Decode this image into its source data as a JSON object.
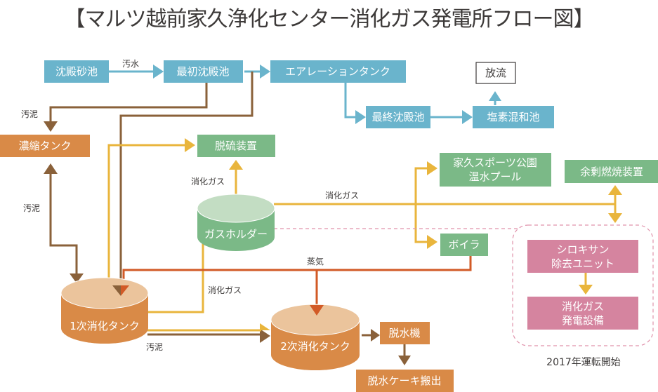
{
  "title": "【マルツ越前家久浄化センター消化ガス発電所フロー図】",
  "colors": {
    "water": "#6ab4cc",
    "sludge": "#8a613a",
    "gas": "#e9b53c",
    "steam": "#d25a26",
    "tank_orange": "#d98a47",
    "tank_orange_top": "#ebc49c",
    "facility_green": "#7bb987",
    "holder_top": "#c3ddc3",
    "power_pink": "#d5849f",
    "dashed_pink": "#e092ab"
  },
  "nodes": {
    "grit_chamber": "沈殿砂池",
    "primary_settling": "最初沈殿池",
    "aeration_tank": "エアレーションタンク",
    "final_settling": "最終沈殿池",
    "chlorine_mixing": "塩素混和池",
    "discharge": "放流",
    "thickener": "濃縮タンク",
    "desulfurizer": "脱硫装置",
    "gas_holder": "ガスホルダー",
    "pool_line1": "家久スポーツ公園",
    "pool_line2": "温水プール",
    "surplus_burner": "余剰燃焼装置",
    "boiler": "ボイラ",
    "siloxane_line1": "シロキサン",
    "siloxane_line2": "除去ユニット",
    "generator_line1": "消化ガス",
    "generator_line2": "発電設備",
    "digester1": "1次消化タンク",
    "digester2": "2次消化タンク",
    "dewatering": "脱水機",
    "cake_removal": "脱水ケーキ搬出"
  },
  "edge_labels": {
    "sewage": "汚水",
    "sludge_1": "汚泥",
    "sludge_2": "汚泥",
    "sludge_3": "汚泥",
    "gas_1": "消化ガス",
    "gas_2": "消化ガス",
    "gas_3": "消化ガス",
    "steam": "蒸気"
  },
  "note": "2017年運転開始"
}
